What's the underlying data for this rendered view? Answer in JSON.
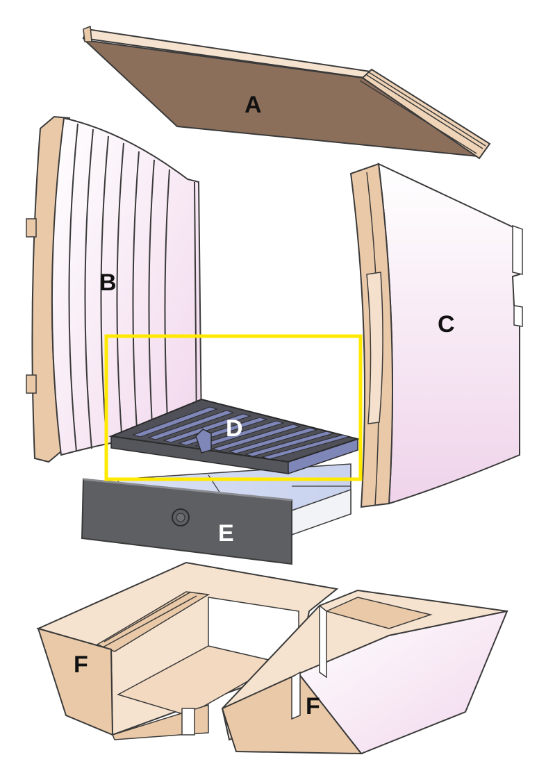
{
  "labels": {
    "a": "A",
    "b": "B",
    "c": "C",
    "d": "D",
    "e": "E",
    "f_left": "F",
    "f_right": "F"
  },
  "colors": {
    "brick_face": "#f6e3cf",
    "brick_edge": "#eac9a8",
    "brick_dark": "#8c6f5b",
    "outline": "#3a3a3a",
    "pink_tint": "#f3dcef",
    "grate": "#4f5058",
    "grate_slot": "#7f86b8",
    "drawer": "#5e5f63",
    "drawer_inner": "#d4dcf2",
    "highlight": "#ffe900"
  }
}
